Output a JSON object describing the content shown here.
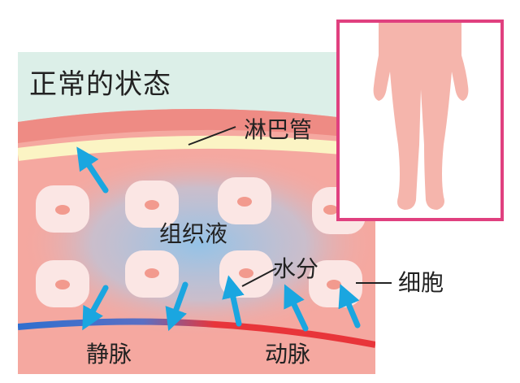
{
  "title": "正常的状态",
  "labels": {
    "lymph": "淋巴管",
    "fluid": "组织液",
    "water": "水分",
    "cell": "细胞",
    "vein": "静脉",
    "artery": "动脉"
  },
  "colors": {
    "sky": "#dcefe8",
    "tissue": "#f5a8a0",
    "tissue_dark": "#ee8b84",
    "lymph_vessel": "#fbf4c4",
    "cell_outer": "#fbe6e4",
    "cell_nucleus": "#f29a8e",
    "fluid_glow": "#8fc3ea",
    "arrow": "#1aa6e0",
    "vein": "#2f6fcf",
    "artery": "#e8353a",
    "inset_border": "#e0407f",
    "body_silhouette": "#f5b5ac"
  },
  "icons": [
    "up-arrow-icon",
    "down-arrow-icon",
    "human-legs-icon"
  ]
}
